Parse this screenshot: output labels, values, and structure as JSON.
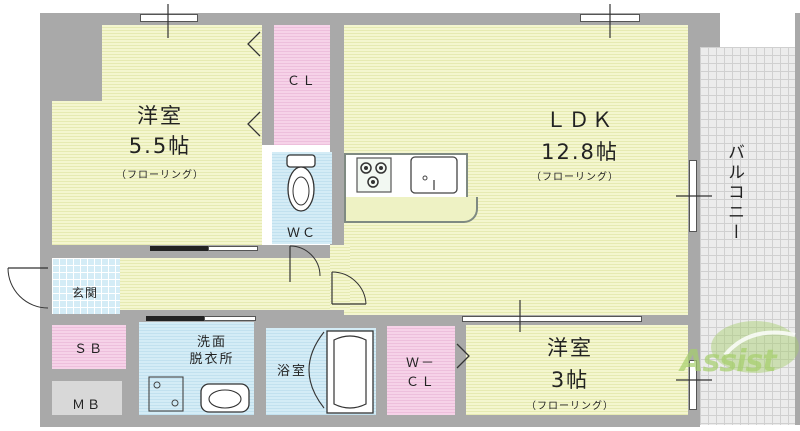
{
  "rooms": {
    "western_room_1": {
      "name": "洋室",
      "size": "5.5帖",
      "floor": "（フローリング）"
    },
    "closet": {
      "name": "ＣＬ"
    },
    "ldk": {
      "name": "ＬＤＫ",
      "size": "12.8帖",
      "floor": "（フローリング）"
    },
    "balcony": {
      "name": "バルコニー"
    },
    "wc": {
      "name": "ＷＣ"
    },
    "entrance": {
      "name": "玄関"
    },
    "shoe_box": {
      "name": "ＳＢ"
    },
    "meter_box": {
      "name": "ＭＢ"
    },
    "washroom": {
      "name": "洗面\n脱衣所"
    },
    "bathroom": {
      "name": "浴室"
    },
    "walk_in_closet": {
      "name": "Ｗ－\nＣＬ"
    },
    "western_room_2": {
      "name": "洋室",
      "size": "3帖",
      "floor": "（フローリング）"
    }
  },
  "watermark": {
    "text": "Assist"
  },
  "colors": {
    "wall": "#a9a9a9",
    "flooring": "#f4f6cf",
    "closet": "#f6d2e8",
    "wet_area": "#d4ecf6",
    "balcony": "#ececec",
    "watermark": "#a6cf6c"
  }
}
